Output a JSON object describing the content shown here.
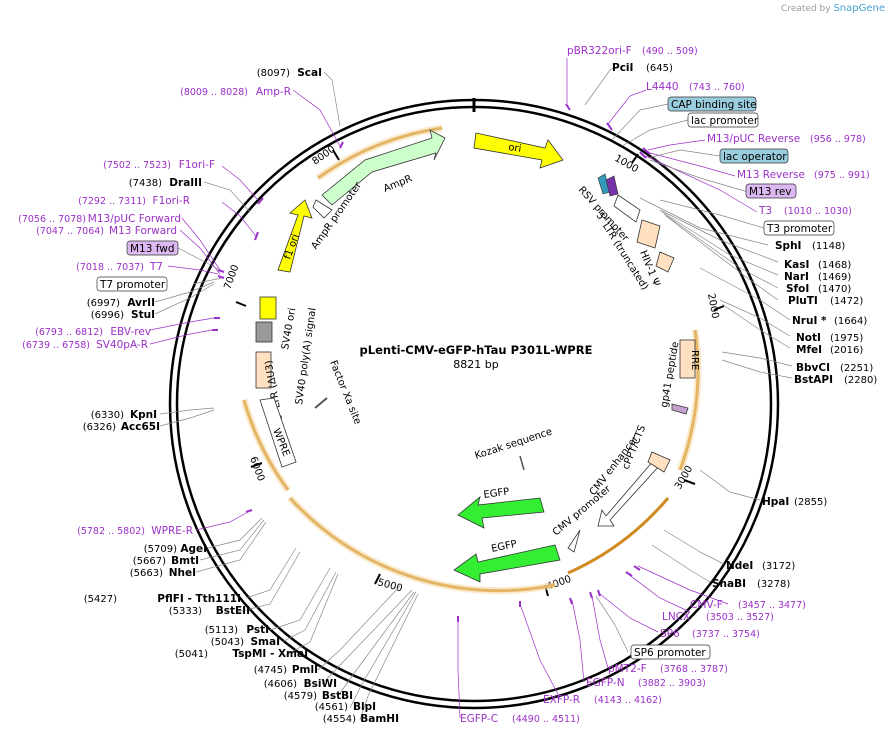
{
  "header": {
    "created_by": "Created by",
    "brand": "SnapGene"
  },
  "plasmid": {
    "name": "pLenti-CMV-eGFP-hTau P301L-WPRE",
    "length": "8821 bp"
  },
  "enzymes_right": [
    {
      "name": "PciI",
      "pos": "(645)"
    },
    {
      "name": "SphI",
      "pos": "(1148)"
    },
    {
      "name": "KasI",
      "pos": "(1468)"
    },
    {
      "name": "NarI",
      "pos": "(1469)"
    },
    {
      "name": "SfoI",
      "pos": "(1470)"
    },
    {
      "name": "PluTI",
      "pos": "(1472)"
    },
    {
      "name": "NruI *",
      "pos": "(1664)"
    },
    {
      "name": "NotI",
      "pos": "(1975)"
    },
    {
      "name": "MfeI",
      "pos": "(2016)"
    },
    {
      "name": "BbvCI",
      "pos": "(2251)"
    },
    {
      "name": "BstAPI",
      "pos": "(2280)"
    },
    {
      "name": "HpaI",
      "pos": "(2855)"
    },
    {
      "name": "NdeI",
      "pos": "(3172)"
    },
    {
      "name": "SnaBI",
      "pos": "(3278)"
    }
  ],
  "enzymes_left": [
    {
      "name": "ScaI",
      "pos": "(8097)"
    },
    {
      "name": "DraIII",
      "pos": "(7438)"
    },
    {
      "name": "AvrII",
      "pos": "(6997)"
    },
    {
      "name": "StuI",
      "pos": "(6996)"
    },
    {
      "name": "KpnI",
      "pos": "(6330)"
    },
    {
      "name": "Acc65I",
      "pos": "(6326)"
    },
    {
      "name": "AgeI",
      "pos": "(5709)"
    },
    {
      "name": "BmtI",
      "pos": "(5667)"
    },
    {
      "name": "NheI",
      "pos": "(5663)"
    },
    {
      "name": "PflFI - Tth111I",
      "pos": "(5427)"
    },
    {
      "name": "BstEII",
      "pos": "(5333)"
    },
    {
      "name": "PstI",
      "pos": "(5113)"
    },
    {
      "name": "SmaI",
      "pos": "(5043)"
    },
    {
      "name": "TspMI - XmaI",
      "pos": "(5041)"
    },
    {
      "name": "PmlI",
      "pos": "(4745)"
    },
    {
      "name": "BsiWI",
      "pos": "(4606)"
    },
    {
      "name": "BstBI",
      "pos": "(4579)"
    },
    {
      "name": "BlpI",
      "pos": "(4561)"
    },
    {
      "name": "BamHI",
      "pos": "(4554)"
    }
  ],
  "primers_right": [
    {
      "name": "pBR322ori-F",
      "range": "(490 .. 509)"
    },
    {
      "name": "L4440",
      "range": "(743 .. 760)"
    },
    {
      "name": "M13/pUC Reverse",
      "range": "(956 .. 978)"
    },
    {
      "name": "M13 Reverse",
      "range": "(975 .. 991)"
    },
    {
      "name": "T3",
      "range": "(1010 .. 1030)"
    },
    {
      "name": "CMV-F",
      "range": "(3457 .. 3477)"
    },
    {
      "name": "LNCX",
      "range": "(3503 .. 3527)"
    },
    {
      "name": "SP6",
      "range": "(3737 .. 3754)"
    },
    {
      "name": "pMT2-F",
      "range": "(3768 .. 3787)"
    },
    {
      "name": "EGFP-N",
      "range": "(3882 .. 3903)"
    },
    {
      "name": "EXFP-R",
      "range": "(4143 .. 4162)"
    },
    {
      "name": "EGFP-C",
      "range": "(4490 .. 4511)"
    }
  ],
  "primers_left": [
    {
      "name": "Amp-R",
      "range": "(8009 .. 8028)"
    },
    {
      "name": "F1ori-F",
      "range": "(7502 .. 7523)"
    },
    {
      "name": "F1ori-R",
      "range": "(7292 .. 7311)"
    },
    {
      "name": "M13/pUC Forward",
      "range": "(7056 .. 7078)"
    },
    {
      "name": "M13 Forward",
      "range": "(7047 .. 7064)"
    },
    {
      "name": "T7",
      "range": "(7018 .. 7037)"
    },
    {
      "name": "EBV-rev",
      "range": "(6793 .. 6812)"
    },
    {
      "name": "SV40pA-R",
      "range": "(6739 .. 6758)"
    },
    {
      "name": "WPRE-R",
      "range": "(5782 .. 5802)"
    }
  ],
  "boxes": {
    "cap_binding_site": "CAP binding site",
    "lac_promoter": "lac promoter",
    "lac_operator": "lac operator",
    "m13_rev": "M13 rev",
    "t3_promoter": "T3 promoter",
    "m13_fwd": "M13 fwd",
    "t7_promoter": "T7 promoter",
    "sp6_promoter": "SP6 promoter"
  },
  "features": {
    "ori": "ori",
    "ampr": "AmpR",
    "ampr_promoter": "AmpR promoter",
    "f1_ori": "f1 ori",
    "sv40_ori": "SV40 ori",
    "sv40_polya": "SV40 poly(A) signal",
    "ltr3": "3' LTR (ΔU3)",
    "wpre": "WPRE",
    "factor_xa": "Factor Xa site",
    "kozak": "Kozak sequence",
    "egfp1": "EGFP",
    "egfp2": "EGFP",
    "cmv_promoter": "CMV promoter",
    "cmv_enhancer": "CMV enhancer",
    "cppt": "cPPT/CTS",
    "gp41": "gp41 peptide",
    "rre": "RRE",
    "hiv_psi": "HIV-1 Ψ",
    "rsv_promoter": "RSV promoter",
    "ltr5": "5' LTR (truncated)"
  },
  "ticks": [
    "1000",
    "2000",
    "3000",
    "4000",
    "5000",
    "6000",
    "7000",
    "8000"
  ],
  "colors": {
    "primer": "#9b30c8",
    "ori": "#ffff00",
    "ampr": "#ccffcc",
    "egfp": "#33ee33",
    "ltr": "#ffe0c0",
    "sv40ori": "#ffff00",
    "polya": "#999999",
    "orange_arc": "#d08a20",
    "cap_box": "#99ccdd",
    "m13_box": "#dcb8f0"
  }
}
